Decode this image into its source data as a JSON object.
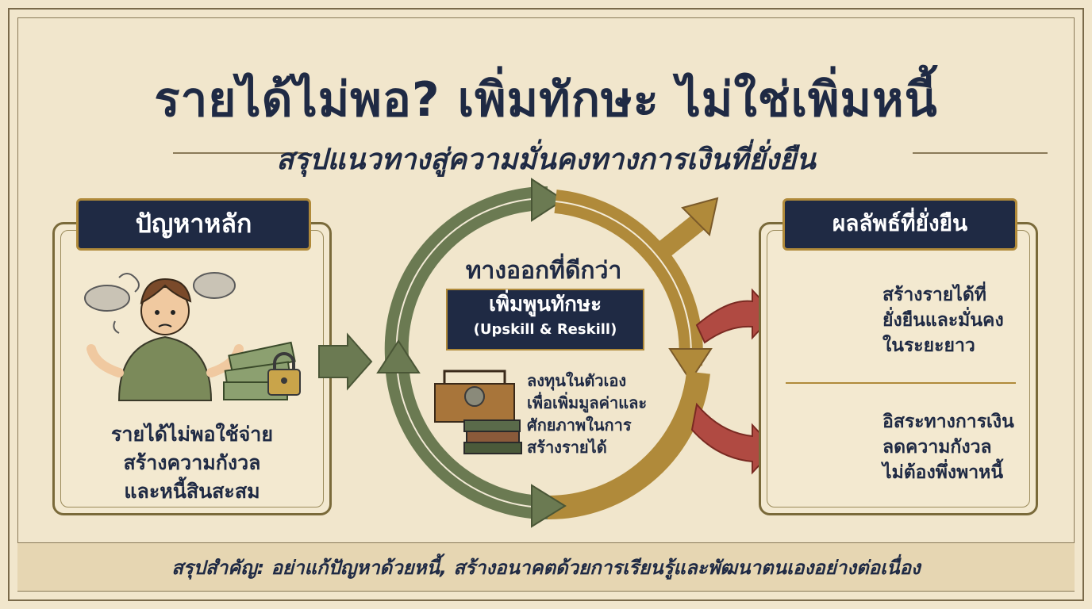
{
  "title": "รายได้ไม่พอ? เพิ่มทักษะ ไม่ใช่เพิ่มหนี้",
  "subtitle": "สรุปแนวทางสู่ความมั่นคงทางการเงินที่ยั่งยืน",
  "problem": {
    "heading": "ปัญหาหลัก",
    "lines": [
      "รายได้ไม่พอใช้จ่าย",
      "สร้างความกังวล",
      "และหนี้สินสะสม"
    ]
  },
  "center": {
    "heading": "ทางออกที่ดีกว่า",
    "ribbon_main": "เพิ่มพูนทักษะ",
    "ribbon_sub": "(Upskill & Reskill)",
    "lines": [
      "ลงทุนในตัวเอง",
      "เพื่อเพิ่มมูลค่าและ",
      "ศักยภาพในการ",
      "สร้างรายได้"
    ]
  },
  "outcome": {
    "heading": "ผลลัพธ์ที่ยั่งยืน",
    "item1": [
      "สร้างรายได้ที่",
      "ยั่งยืนและมั่นคง",
      "ในระยะยาว"
    ],
    "item2": [
      "อิสระทางการเงิน",
      "ลดความกังวล",
      "ไม่ต้องพึ่งพาหนี้"
    ]
  },
  "summary": "สรุปสำคัญ: อย่าแก้ปัญหาด้วยหนี้, สร้างอนาคตด้วยการเรียนรู้และพัฒนาตนเองอย่างต่อเนื่อง",
  "colors": {
    "navy": "#1f2a44",
    "green": "#6b7a52",
    "gold": "#b08a3a",
    "red": "#b04a42",
    "paper": "#f1e6cc"
  },
  "icons": [
    "worried-person-icon",
    "money-lock-icon",
    "toolbox-books-icon",
    "money-plant-icon",
    "house-treasure-icon",
    "cycle-arrows-icon"
  ]
}
